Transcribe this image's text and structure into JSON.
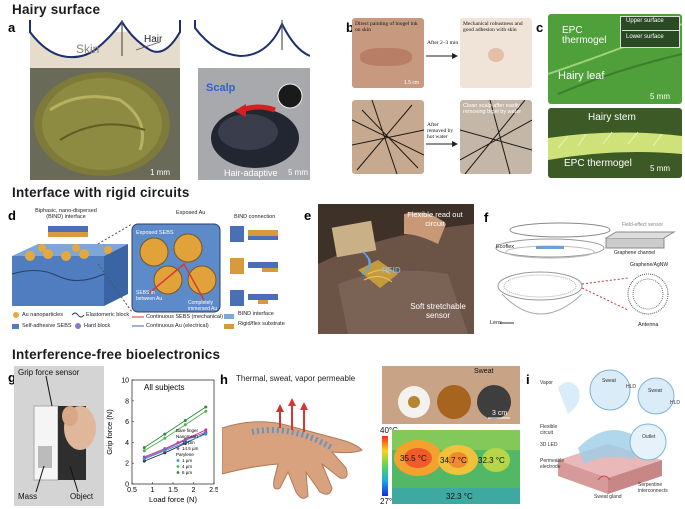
{
  "sections": {
    "hairy": "Hairy surface",
    "interface": "Interface with rigid circuits",
    "interference": "Interference-free bioelectronics"
  },
  "panels": [
    "a",
    "b",
    "c",
    "d",
    "e",
    "f",
    "g",
    "h",
    "i"
  ],
  "a": {
    "skin": "Skin",
    "hair": "Hair",
    "scalp": "Scalp",
    "hair_adaptive": "Hair-adaptive",
    "scale1": "1 mm",
    "scale2": "5 mm"
  },
  "b": {
    "caption1": "Direct painting of biogel ink on skin",
    "arrow1": "After 2–3 min",
    "caption2": "Mechanical robustness and good adhesion with skin",
    "arrow2": "After removed by hot water",
    "caption3": "Clean scalp after easily removing bigel by water",
    "scale": "1.5 cm"
  },
  "c": {
    "epc": "EPC thermogel",
    "upper": "Upper surface",
    "lower": "Lower surface",
    "leaf": "Hairy leaf",
    "stem": "Hairy stem",
    "epc2": "EPC thermogel",
    "scale1": "5 mm",
    "scale2": "5 mm"
  },
  "d": {
    "biphasic": "Biphasic, nano-dispersed (BIND) interface",
    "exposed_au": "Exposed Au",
    "exposed_sebs": "Exposed SEBS",
    "sebs_between": "SEBS in between Au",
    "completely": "Completely immersed Au",
    "bind_conn": "BIND connection",
    "legend": [
      "Au nanoparticles",
      "Elastomeric block",
      "Self-adhesive SEBS",
      "Hard block",
      "Continuous SEBS (mechanical)",
      "Continuous Au (electrical)",
      "BIND interface",
      "Rigid/flex substrate"
    ]
  },
  "e": {
    "readout": "Flexible read out circuit",
    "rfid": "RFID",
    "sensor": "Soft stretchable sensor"
  },
  "f": {
    "fet": "Field-effect sensor",
    "ecoflex": "Ecoflex",
    "graphene": "Graphene channel",
    "graphene_agnw": "Graphene/AgNW",
    "lens": "Lens",
    "antenna": "Antenna"
  },
  "g": {
    "grip": "Grip force sensor",
    "mass": "Mass",
    "object": "Object"
  },
  "h": {
    "title": "Thermal, sweat, vapor permeable",
    "sweat": "Sweat",
    "scale": "3 cm",
    "tmax": "40°C",
    "tmin": "27°C",
    "temps": [
      "35.5 °C",
      "34.7 °C",
      "32.3 °C",
      "32.3 °C"
    ]
  },
  "i": {
    "vapor": "Vapor",
    "flexible": "Flexible circuit",
    "led": "3D LED",
    "electrode": "Permeable electrode",
    "hld": "HLD",
    "hld2": "HLD",
    "sweat1": "Sweat",
    "sweat2": "Sweat",
    "sweat_gland": "Sweat gland",
    "serpentine": "Serpentine interconnects",
    "outlet": "Outlet"
  },
  "chart_data": {
    "type": "line",
    "title": "All subjects",
    "xlabel": "Load force (N)",
    "ylabel": "Grip force (N)",
    "xlim": [
      0.5,
      2.5
    ],
    "ylim": [
      0,
      10
    ],
    "xticks": [
      0.5,
      1.0,
      1.5,
      2.0,
      2.5
    ],
    "yticks": [
      0,
      2,
      4,
      6,
      8,
      10
    ],
    "x": [
      0.8,
      1.3,
      1.8,
      2.3
    ],
    "legend_title": "Bare finger",
    "legend_group": "Nanomesh",
    "legend_group2": "Parylene",
    "series": [
      {
        "name": "Bare finger",
        "color": "#333333",
        "values": [
          2.2,
          3.0,
          3.9,
          4.9
        ]
      },
      {
        "name": "12 µm",
        "color": "#d0348c",
        "values": [
          2.6,
          3.4,
          4.3,
          5.2
        ]
      },
      {
        "name": "14.5 µm",
        "color": "#7b5fc6",
        "values": [
          2.5,
          3.3,
          4.2,
          5.0
        ]
      },
      {
        "name": "1 µm",
        "color": "#3a8fcf",
        "values": [
          2.4,
          3.2,
          4.0,
          4.8
        ]
      },
      {
        "name": "4 µm",
        "color": "#4fb04f",
        "values": [
          3.2,
          4.4,
          5.7,
          7.0
        ]
      },
      {
        "name": "8 µm",
        "color": "#2e8b3e",
        "values": [
          3.5,
          4.8,
          6.1,
          7.4
        ]
      }
    ]
  }
}
